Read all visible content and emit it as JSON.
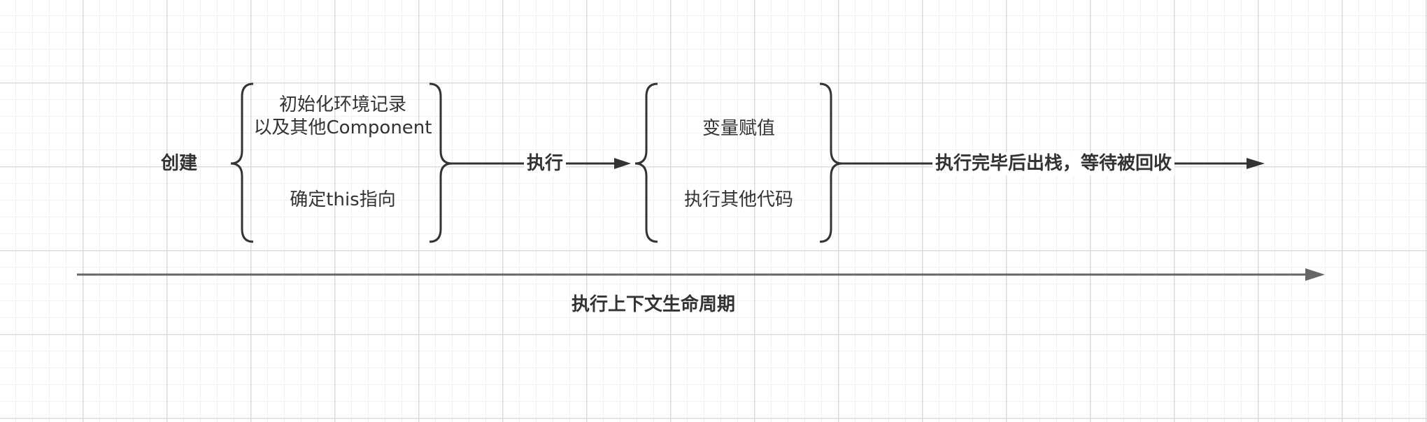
{
  "diagram": {
    "create_label": "创建",
    "create_items": [
      "初始化环境记录\n以及其他Component",
      "确定this指向"
    ],
    "execute_label": "执行",
    "execute_items": [
      "变量赋值",
      "执行其他代码"
    ],
    "finish_label": "执行完毕后出栈，等待被回收",
    "timeline_label": "执行上下文生命周期"
  },
  "colors": {
    "stroke": "#333333",
    "timeline": "#666666",
    "grid_major": "#dcdcdc",
    "grid_minor": "#f0f0f0"
  }
}
